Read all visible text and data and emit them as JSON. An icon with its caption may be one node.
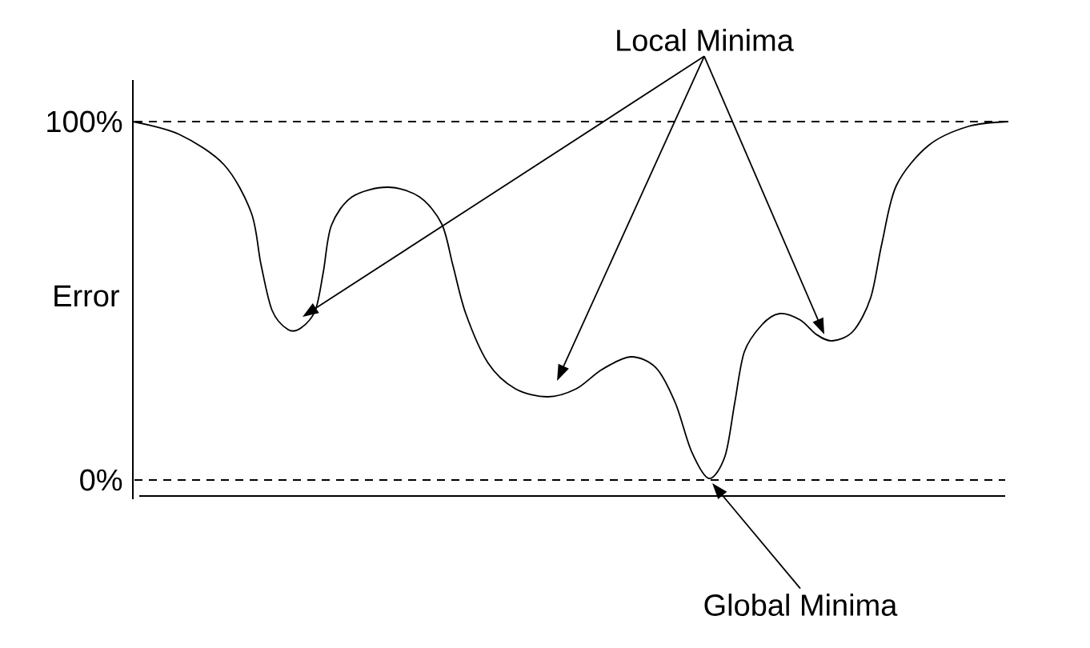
{
  "diagram": {
    "nodes": [
      {
        "text": [
          "Local Minima"
        ]
      },
      {
        "text": [
          "Global Minima"
        ]
      }
    ],
    "edges": [
      {
        "from": 0,
        "to": null,
        "arrow": "to"
      },
      {
        "from": 0,
        "to": null,
        "arrow": "to"
      },
      {
        "from": 0,
        "to": null,
        "arrow": "to"
      },
      {
        "from": 1,
        "to": null,
        "arrow": "to"
      }
    ],
    "labels": [
      "100%",
      "Error",
      "0%"
    ]
  }
}
